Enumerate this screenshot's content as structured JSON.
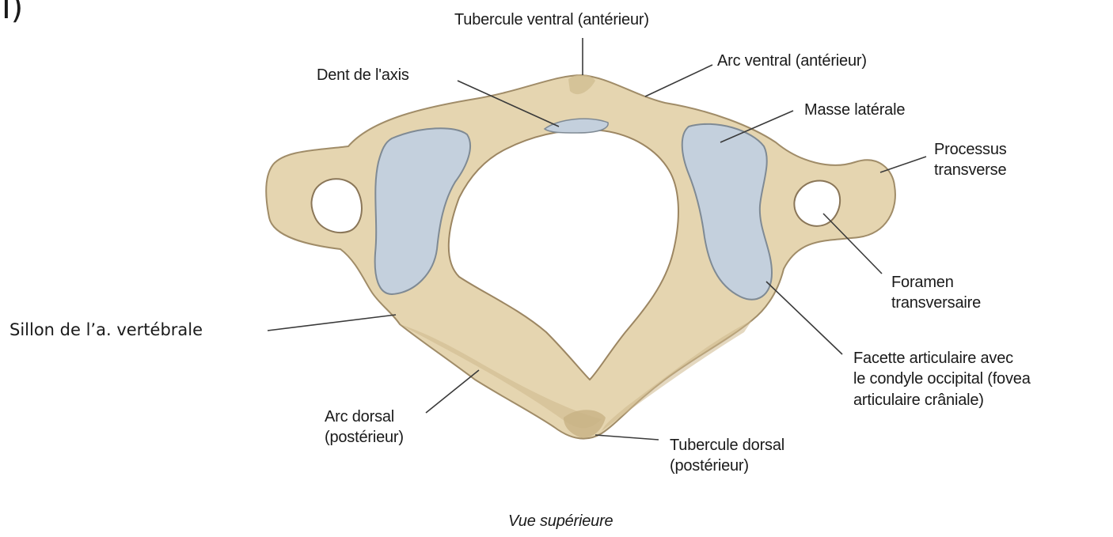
{
  "figure": {
    "corner_mark": "I)",
    "caption": "Vue supérieure",
    "colors": {
      "bone": "#e5d5b0",
      "bone_shadow": "#c3ad80",
      "cartilage": "#c4d0dd",
      "outline": "#8a7658",
      "leader": "#3a3a3a"
    }
  },
  "labels": {
    "tubercule_ventral": "Tubercule ventral (antérieur)",
    "dent_axis": "Dent de l'axis",
    "arc_ventral": "Arc ventral (antérieur)",
    "masse_laterale": "Masse latérale",
    "processus_transverse": [
      "Processus",
      "transverse"
    ],
    "foramen": [
      "Foramen",
      "transversaire"
    ],
    "sillon": "Sillon de l’a. vertébrale",
    "facette": [
      "Facette articulaire avec",
      "le condyle occipital (fovea",
      "articulaire crâniale)"
    ],
    "arc_dorsal": [
      "Arc dorsal",
      "(postérieur)"
    ],
    "tubercule_dorsal": [
      "Tubercule dorsal",
      "(postérieur)"
    ]
  }
}
